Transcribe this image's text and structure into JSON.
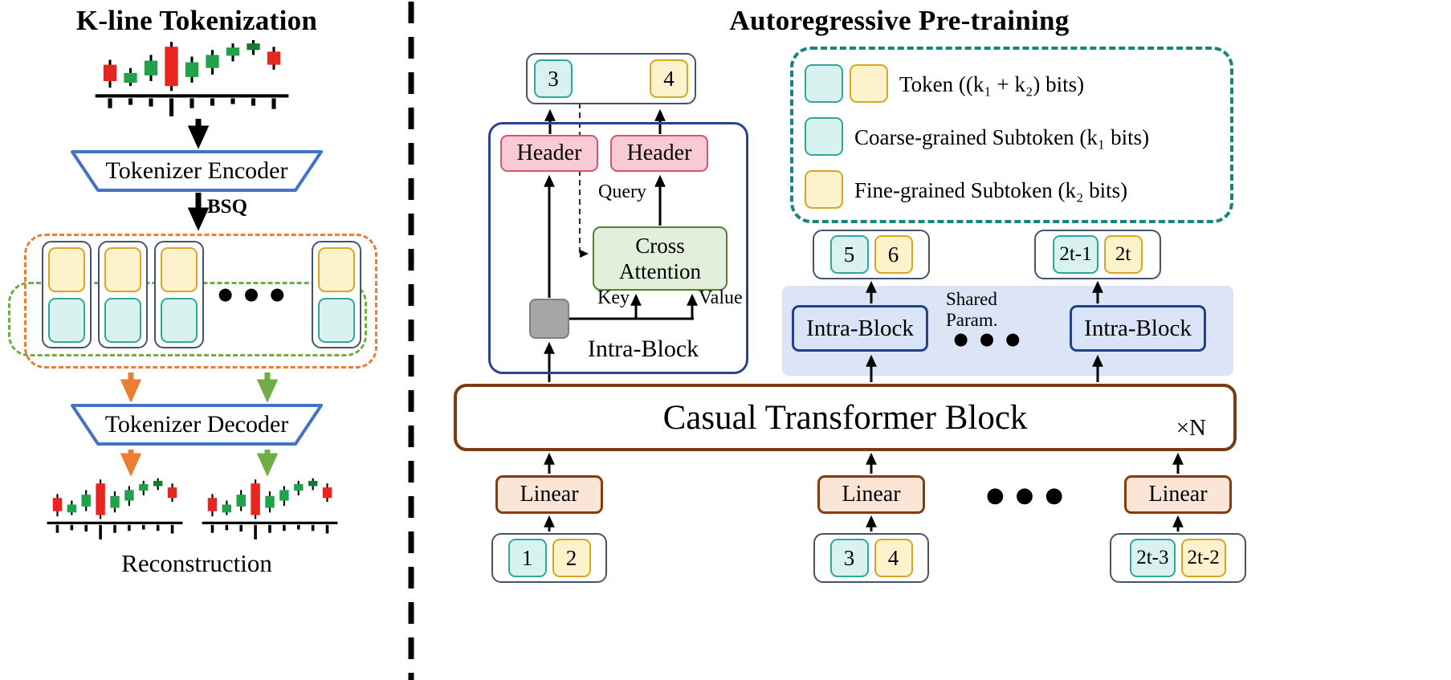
{
  "colors": {
    "coarse_token_fill": "#d8f3ef",
    "coarse_token_border": "#2fa79b",
    "fine_token_fill": "#fdf2cc",
    "fine_token_border": "#d8a623",
    "header_fill": "#f8cbd4",
    "header_border": "#d4566e",
    "cross_attention_fill": "#e2efda",
    "cross_attention_border": "#538135",
    "intra_block_fill": "#d9e4f8",
    "intra_block_border": "#24408c",
    "shared_band_fill": "#dbe5f6",
    "transformer_border": "#7b3b12",
    "linear_fill": "#fbe5d6",
    "linear_border": "#843c0c",
    "orange_accent": "#ed7d31",
    "green_accent": "#70ad47",
    "legend_border": "#17857b",
    "token_outline": "#44546a",
    "candle_red": "#e8251f",
    "candle_green": "#21a24a"
  },
  "left_panel": {
    "title": "K-line Tokenization",
    "encoder_label": "Tokenizer Encoder",
    "bsq_label": "BSQ",
    "dots": "●●●",
    "decoder_label": "Tokenizer Decoder",
    "reconstruction_label": "Reconstruction"
  },
  "right_panel": {
    "title": "Autoregressive Pre-training",
    "output_token": {
      "coarse": "3",
      "fine": "4"
    },
    "detail": {
      "header_left": "Header",
      "header_right": "Header",
      "query_label": "Query",
      "cross_attention_label": "Cross Attention",
      "key_label": "Key",
      "value_label": "Value",
      "intra_block_label": "Intra-Block"
    },
    "legend": {
      "token_label": "Token ((k₁ + k₂) bits)",
      "coarse_label": "Coarse-grained Subtoken (k₁ bits)",
      "fine_label": "Fine-grained Subtoken (k₂ bits)"
    },
    "mid_token_left": {
      "coarse": "5",
      "fine": "6"
    },
    "mid_token_right": {
      "coarse": "2t-1",
      "fine": "2t"
    },
    "intra_block_left_label": "Intra-Block",
    "intra_block_right_label": "Intra-Block",
    "shared_param_label": "Shared Param.",
    "dots_mid": "●●●",
    "transformer_label": "Casual Transformer Block",
    "repeat_label": "×N",
    "linear_labels": [
      "Linear",
      "Linear",
      "Linear"
    ],
    "input_tokens": [
      {
        "coarse": "1",
        "fine": "2"
      },
      {
        "coarse": "3",
        "fine": "4"
      },
      {
        "coarse": "2t-3",
        "fine": "2t-2"
      }
    ],
    "dots_bottom": "●●●"
  }
}
